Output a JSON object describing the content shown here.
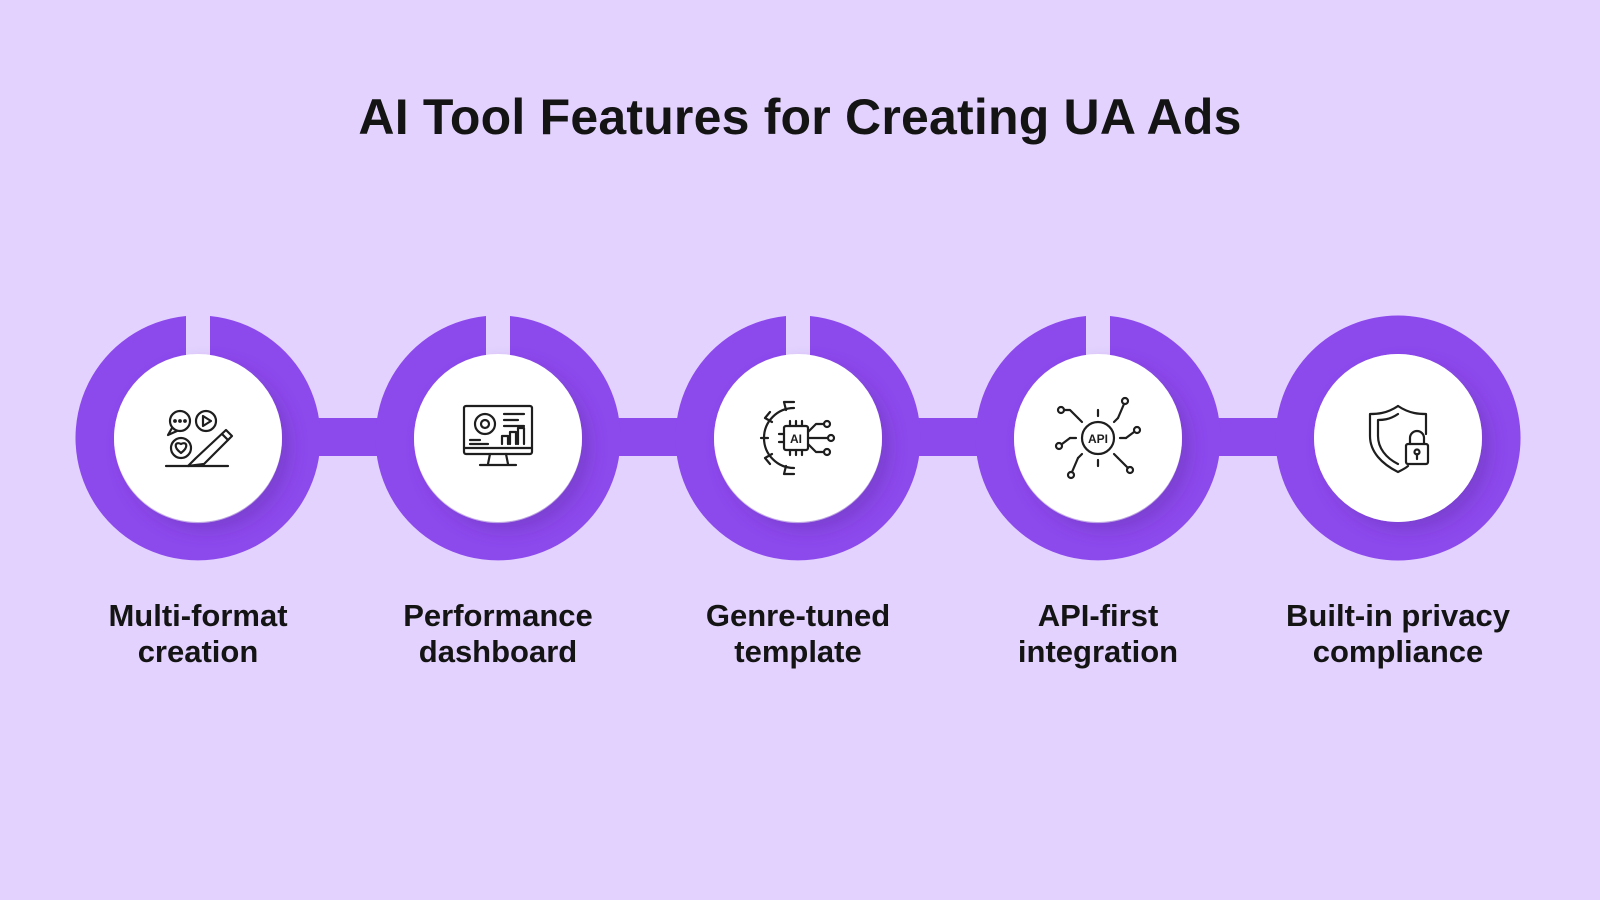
{
  "title": "AI Tool Features for Creating UA Ads",
  "colors": {
    "background": "#e3d2fe",
    "accent": "#8c49ec",
    "node_fill": "#ffffff",
    "icon_stroke": "#1e1e1e",
    "text": "#141414"
  },
  "features": [
    {
      "line1": "Multi-format",
      "line2": "creation",
      "icon": "multimedia-edit-icon"
    },
    {
      "line1": "Performance",
      "line2": "dashboard",
      "icon": "dashboard-monitor-icon"
    },
    {
      "line1": "Genre-tuned",
      "line2": "template",
      "icon": "ai-gear-icon"
    },
    {
      "line1": "API-first",
      "line2": "integration",
      "icon": "api-gear-icon"
    },
    {
      "line1": "Built-in privacy",
      "line2": "compliance",
      "icon": "shield-lock-icon"
    }
  ]
}
